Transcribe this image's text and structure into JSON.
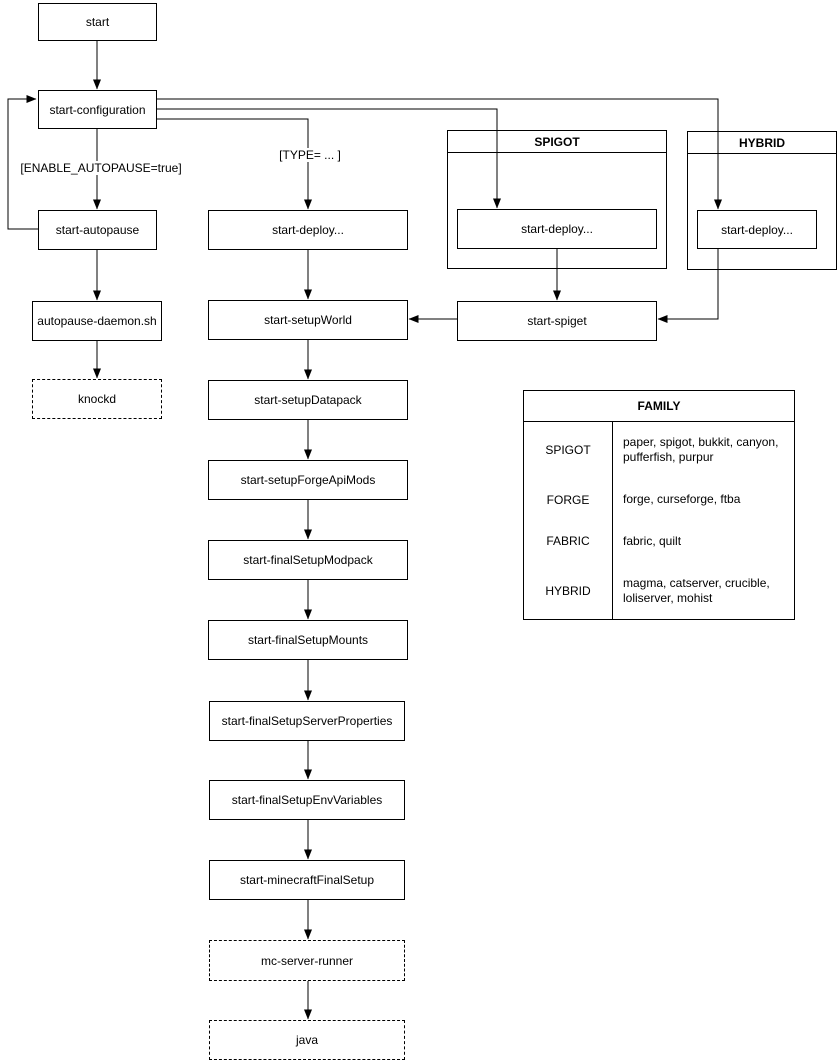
{
  "nodes": {
    "start": {
      "label": "start"
    },
    "start_configuration": {
      "label": "start-configuration"
    },
    "start_autopause": {
      "label": "start-autopause"
    },
    "autopause_daemon": {
      "label": "autopause-daemon.sh"
    },
    "knockd": {
      "label": "knockd"
    },
    "start_deploy_main": {
      "label": "start-deploy..."
    },
    "start_setupWorld": {
      "label": "start-setupWorld"
    },
    "start_setupDatapack": {
      "label": "start-setupDatapack"
    },
    "start_setupForgeApiMods": {
      "label": "start-setupForgeApiMods"
    },
    "start_finalSetupModpack": {
      "label": "start-finalSetupModpack"
    },
    "start_finalSetupMounts": {
      "label": "start-finalSetupMounts"
    },
    "start_finalSetupServerProperties": {
      "label": "start-finalSetupServerProperties"
    },
    "start_finalSetupEnvVariables": {
      "label": "start-finalSetupEnvVariables"
    },
    "start_minecraftFinalSetup": {
      "label": "start-minecraftFinalSetup"
    },
    "mc_server_runner": {
      "label": "mc-server-runner"
    },
    "java": {
      "label": "java"
    },
    "spigot_deploy": {
      "label": "start-deploy..."
    },
    "hybrid_deploy": {
      "label": "start-deploy..."
    },
    "start_spiget": {
      "label": "start-spiget"
    }
  },
  "containers": {
    "spigot": {
      "title": "SPIGOT"
    },
    "hybrid": {
      "title": "HYBRID"
    }
  },
  "edge_labels": {
    "autopause_condition": "[ENABLE_AUTOPAUSE=true]",
    "type_condition": "[TYPE= ... ]"
  },
  "family_table": {
    "title": "FAMILY",
    "rows": [
      {
        "family": "SPIGOT",
        "members": "paper, spigot, bukkit, canyon, pufferfish, purpur"
      },
      {
        "family": "FORGE",
        "members": "forge, curseforge, ftba"
      },
      {
        "family": "FABRIC",
        "members": "fabric, quilt"
      },
      {
        "family": "HYBRID",
        "members": "magma, catserver, crucible, loliserver, mohist"
      }
    ]
  },
  "colors": {
    "stroke": "#000000",
    "background": "#ffffff"
  }
}
